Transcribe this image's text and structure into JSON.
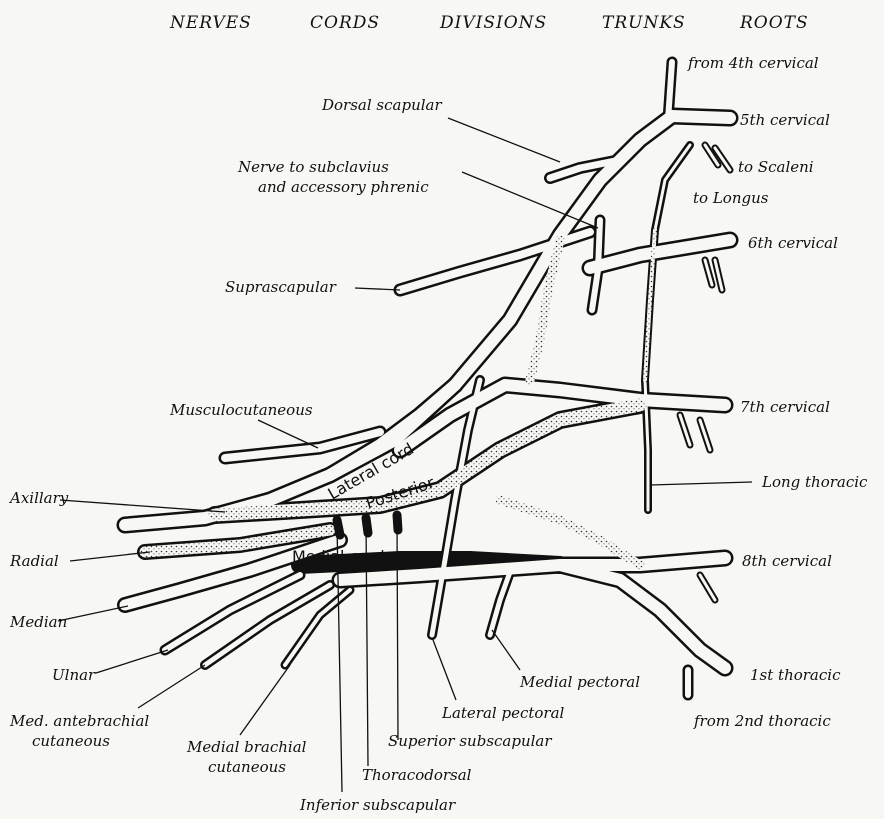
{
  "headers": {
    "nerves": "NERVES",
    "cords": "CORDS",
    "divisions": "DIVISIONS",
    "trunks": "TRUNKS",
    "roots": "ROOTS"
  },
  "roots": {
    "from_4th_cervical": "from 4th cervical",
    "c5": "5th cervical",
    "to_scaleni": "to Scaleni",
    "to_longus": "to Longus",
    "c6": "6th cervical",
    "c7": "7th cervical",
    "long_thoracic": "Long thoracic",
    "c8": "8th cervical",
    "t1": "1st thoracic",
    "from_2nd_thoracic": "from 2nd thoracic"
  },
  "cords": {
    "lateral": "Lateral cord",
    "posterior": "Posterior",
    "medial": "Medial cord"
  },
  "branches": {
    "dorsal_scapular": "Dorsal scapular",
    "subclavius_line1": "Nerve to subclavius",
    "subclavius_line2": "and accessory phrenic",
    "suprascapular": "Suprascapular",
    "musculocutaneous": "Musculocutaneous",
    "axillary": "Axillary",
    "radial": "Radial",
    "median": "Median",
    "ulnar": "Ulnar",
    "med_antebrachial_line1": "Med. antebrachial",
    "med_antebrachial_line2": "cutaneous",
    "medial_brachial_line1": "Medial brachial",
    "medial_brachial_line2": "cutaneous",
    "thoracodorsal": "Thoracodorsal",
    "inferior_subscapular": "Inferior subscapular",
    "superior_subscapular": "Superior subscapular",
    "lateral_pectoral": "Lateral pectoral",
    "medial_pectoral": "Medial pectoral"
  }
}
